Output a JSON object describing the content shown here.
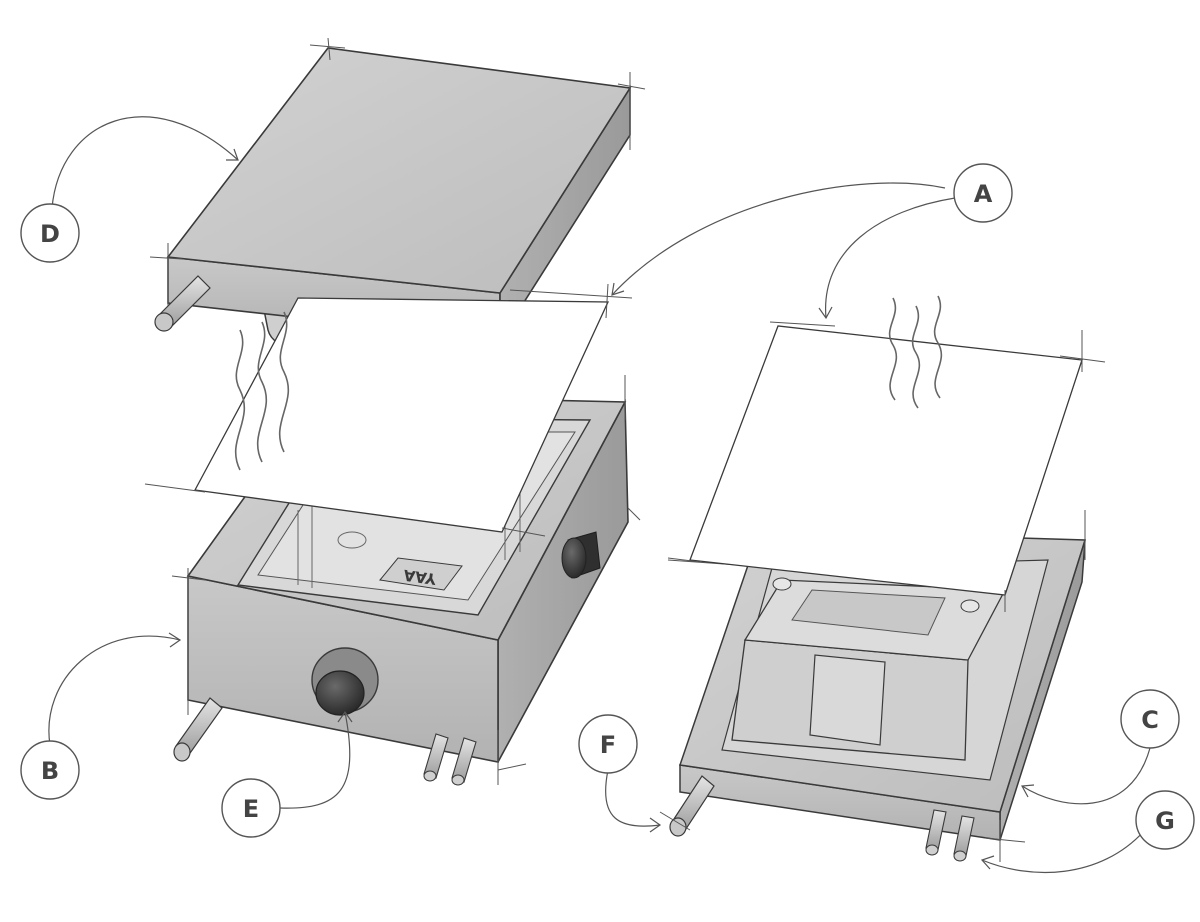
{
  "callouts": {
    "a": "A",
    "b": "B",
    "c": "C",
    "d": "D",
    "e": "E",
    "f": "F",
    "g": "G"
  },
  "mold_marking": "YAA",
  "colors": {
    "line": "#3a3a3a",
    "leader": "#555555",
    "metal_light": "#d9d9d9",
    "metal_mid": "#c2c2c2",
    "metal_dark": "#9e9e9e",
    "sheet": "#ffffff",
    "knob": "#3c3c3c"
  }
}
